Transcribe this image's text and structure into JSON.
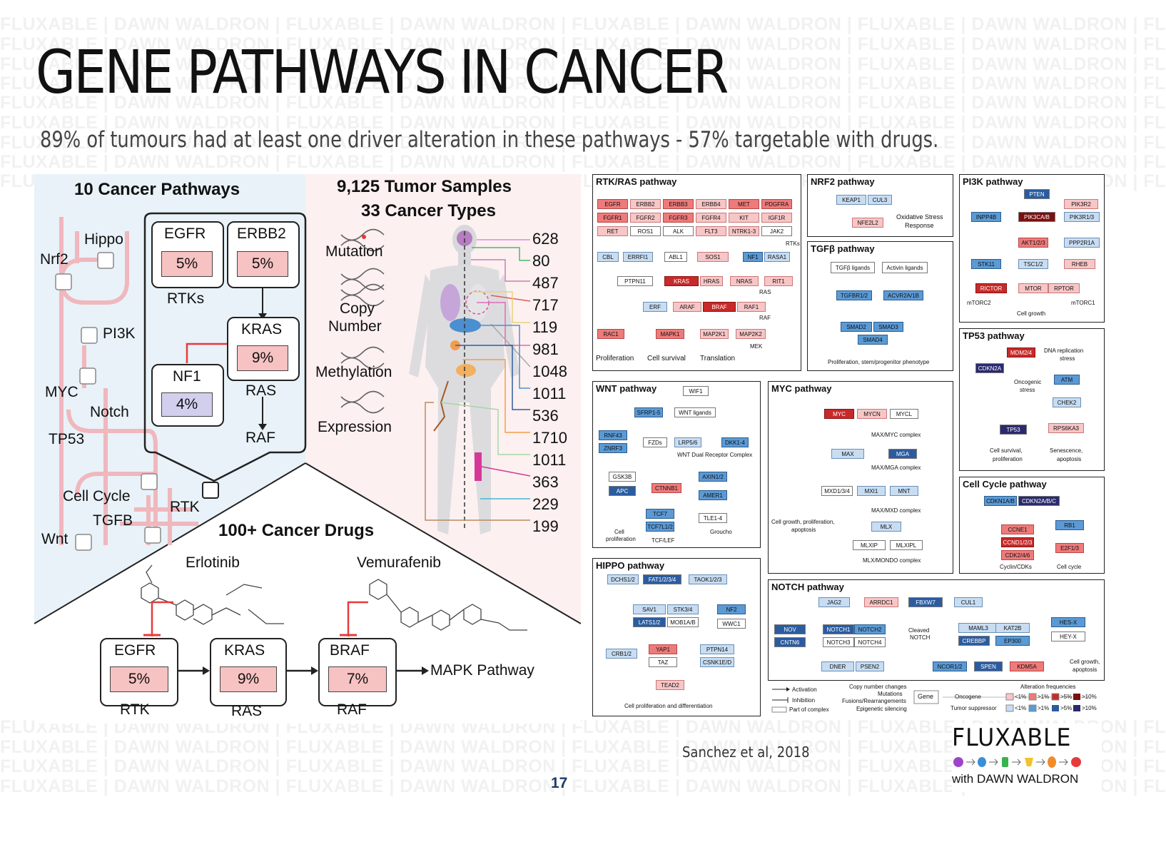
{
  "watermark": "FLUXABLE | DAWN WALDRON | FLUXABLE | DAWN WALDRON | FLUXABLE | DAWN WALDRON | FLUXABLE | DAWN WALDRON | FLUXABLE | DAWN WALDRON | FLUXABLE | DAWN WALDRON",
  "title": "GENE PATHWAYS IN CANCER",
  "subtitle": "89% of tumours had at least one driver alteration in these pathways - 57% targetable with drugs.",
  "citation": "Sanchez et al, 2018",
  "page_number": "17",
  "brand": {
    "name": "FLUXABLE",
    "tagline": "with DAWN WALDRON"
  },
  "left": {
    "pathways_title": "10 Cancer Pathways",
    "pathways": [
      "Hippo",
      "Nrf2",
      "PI3K",
      "MYC",
      "Notch",
      "TP53",
      "Cell Cycle",
      "TGFB",
      "Wnt",
      "RTK"
    ],
    "rtk_box": {
      "egfr": {
        "name": "EGFR",
        "pct": "5%"
      },
      "erbb2": {
        "name": "ERBB2",
        "pct": "5%"
      },
      "rtks_label": "RTKs",
      "kras": {
        "name": "KRAS",
        "pct": "9%"
      },
      "nf1": {
        "name": "NF1",
        "pct": "4%"
      },
      "ras_label": "RAS",
      "raf_label": "RAF"
    },
    "samples_title_1": "9,125 Tumor Samples",
    "samples_title_2": "33 Cancer Types",
    "data_types": [
      "Mutation",
      "Copy",
      "Number",
      "Methylation",
      "Expression"
    ],
    "sample_counts": [
      "628",
      "80",
      "487",
      "717",
      "119",
      "981",
      "1048",
      "1011",
      "536",
      "1710",
      "1011",
      "363",
      "229",
      "199"
    ],
    "drugs_title": "100+ Cancer Drugs",
    "drugs": [
      "Erlotinib",
      "Vemurafenib"
    ],
    "drug_targets": [
      {
        "name": "EGFR",
        "pct": "5%",
        "group": "RTK"
      },
      {
        "name": "KRAS",
        "pct": "9%",
        "group": "RAS"
      },
      {
        "name": "BRAF",
        "pct": "7%",
        "group": "RAF"
      }
    ],
    "mapk_label": "MAPK Pathway"
  },
  "right": {
    "rtk_ras": {
      "title": "RTK/RAS pathway",
      "rtks": [
        "EGFR",
        "ERBB2",
        "ERBB3",
        "ERBB4",
        "MET",
        "PDGFRA",
        "FGFR1",
        "FGFR2",
        "FGFR3",
        "FGFR4",
        "KIT",
        "IGF1R",
        "RET",
        "ROS1",
        "ALK",
        "FLT3",
        "NTRK1-3",
        "JAK2"
      ],
      "rtks_label": "RTKs",
      "row3": [
        "CBL",
        "ERRFI1",
        "ABL1",
        "SOS1",
        "NF1",
        "RASA1"
      ],
      "row4": [
        "PTPN11",
        "KRAS",
        "HRAS",
        "NRAS",
        "RIT1"
      ],
      "ras_label": "RAS",
      "row5": [
        "ERF",
        "ARAF",
        "BRAF",
        "RAF1"
      ],
      "raf_label": "RAF",
      "row6": [
        "RAC1",
        "MAPK1",
        "MAP2K1",
        "MAP2K2"
      ],
      "mek_label": "MEK",
      "outcomes": [
        "Proliferation",
        "Cell survival",
        "Translation"
      ]
    },
    "nrf2": {
      "title": "NRF2 pathway",
      "genes": [
        "KEAP1",
        "CUL3",
        "NFE2L2"
      ],
      "outcome_1": "Oxidative Stress",
      "outcome_2": "Response"
    },
    "tgfb": {
      "title": "TGFβ pathway",
      "ligands": [
        "TGFβ ligands",
        "Activin ligands"
      ],
      "receptors": [
        "TGFBR1/2",
        "ACVR2A/1B"
      ],
      "smads": [
        "SMAD2",
        "SMAD3",
        "SMAD4"
      ],
      "outcome": "Proliferation, stem/progenitor phenotype"
    },
    "pi3k": {
      "title": "PI3K pathway",
      "genes": [
        "PTEN",
        "PIK3R2",
        "INPP4B",
        "PIK3CA/B",
        "PIK3R1/3",
        "AKT1/2/3",
        "PPP2R1A",
        "STK11",
        "TSC1/2",
        "RHEB",
        "RICTOR",
        "MTOR",
        "RPTOR"
      ],
      "mtorc2": "mTORC2",
      "mtorc1": "mTORC1",
      "outcome": "Cell growth"
    },
    "tp53": {
      "title": "TP53 pathway",
      "genes": [
        "MDM2/4",
        "CDKN2A",
        "ATM",
        "CHEK2",
        "TP53",
        "RPS6KA3"
      ],
      "dna_label_1": "DNA replication",
      "dna_label_2": "stress",
      "onco_1": "Oncogenic",
      "onco_2": "stress",
      "out_left_1": "Cell survival,",
      "out_left_2": "proliferation",
      "out_right_1": "Senescence,",
      "out_right_2": "apoptosis"
    },
    "wnt": {
      "title": "WNT pathway",
      "genes": [
        "WIF1",
        "SFRP1-5",
        "WNT ligands",
        "RNF43",
        "ZNRF3",
        "FZDs",
        "LRP5/6",
        "DKK1-4",
        "GSK3B",
        "APC",
        "CTNNB1",
        "AXIN1/2",
        "AMER1",
        "TCF7",
        "TCF7L1/2",
        "TLE1-4"
      ],
      "complex": "WNT Dual Receptor Complex",
      "groucho": "Groucho",
      "cell_prolif_1": "Cell",
      "cell_prolif_2": "proliferation",
      "tcf_lef": "TCF/LEF"
    },
    "myc": {
      "title": "MYC pathway",
      "genes": [
        "MYC",
        "MYCN",
        "MYCL",
        "MAX",
        "MGA",
        "MXD1/3/4",
        "MXI1",
        "MNT",
        "MLX",
        "MLXIP",
        "MLXIPL"
      ],
      "complexes": [
        "MAX/MYC complex",
        "MAX/MGA complex",
        "MAX/MXD complex",
        "MLX/MONDO complex"
      ],
      "outcome_1": "Cell growth, proliferation,",
      "outcome_2": "apoptosis"
    },
    "cell_cycle": {
      "title": "Cell Cycle pathway",
      "genes": [
        "CDKN1A/B",
        "CDKN2A/B/C",
        "CCNE1",
        "RB1",
        "CCND1/2/3",
        "E2F1/3",
        "CDK2/4/6"
      ],
      "cyclin_label": "Cyclin/CDKs",
      "cycle_label": "Cell cycle"
    },
    "hippo": {
      "title": "HIPPO pathway",
      "genes": [
        "DCHS1/2",
        "FAT1/2/3/4",
        "TAOK1/2/3",
        "SAV1",
        "STK3/4",
        "NF2",
        "LATS1/2",
        "MOB1A/B",
        "WWC1",
        "CRB1/2",
        "YAP1",
        "TAZ",
        "PTPN14",
        "CSNK1E/D",
        "TEAD2"
      ],
      "outcome": "Cell proliferation and differentiation"
    },
    "notch": {
      "title": "NOTCH pathway",
      "genes": [
        "JAG2",
        "ARRDC1",
        "FBXW7",
        "CUL1",
        "NOV",
        "CNTN6",
        "NOTCH1",
        "NOTCH2",
        "NOTCH3",
        "NOTCH4",
        "MAML3",
        "KAT2B",
        "CREBBP",
        "EP300",
        "HES-X",
        "HEY-X",
        "DNER",
        "PSEN2",
        "NCOR1/2",
        "SPEN",
        "KDM5A"
      ],
      "cleaved": "Cleaved",
      "notch": "NOTCH",
      "outcome_1": "Cell growth,",
      "outcome_2": "apoptosis"
    },
    "legend": {
      "activation": "Activation",
      "inhibition": "Inhibition",
      "part_of_complex": "Part of complex",
      "alt_types": [
        "Copy number changes",
        "Mutations",
        "Fusions/Rearrangements",
        "Epigenetic silencing"
      ],
      "gene": "Gene",
      "freq_title": "Alteration frequencies",
      "oncogene": "Oncogene",
      "tumor_suppressor": "Tumor suppressor",
      "freqs": [
        "<1%",
        ">1%",
        ">5%",
        ">10%"
      ]
    }
  },
  "colors": {
    "onco": [
      "#f7c6c6",
      "#ee7a7a",
      "#c82a2a",
      "#7a1010"
    ],
    "ts": [
      "#c8ddf2",
      "#5b9ad5",
      "#2b5ca0",
      "#2a2a6e"
    ],
    "rtk_box_bg": "#e8f2f8",
    "samples_bg": "#fdf0f0",
    "pathway_line": "#f0b7bd"
  }
}
